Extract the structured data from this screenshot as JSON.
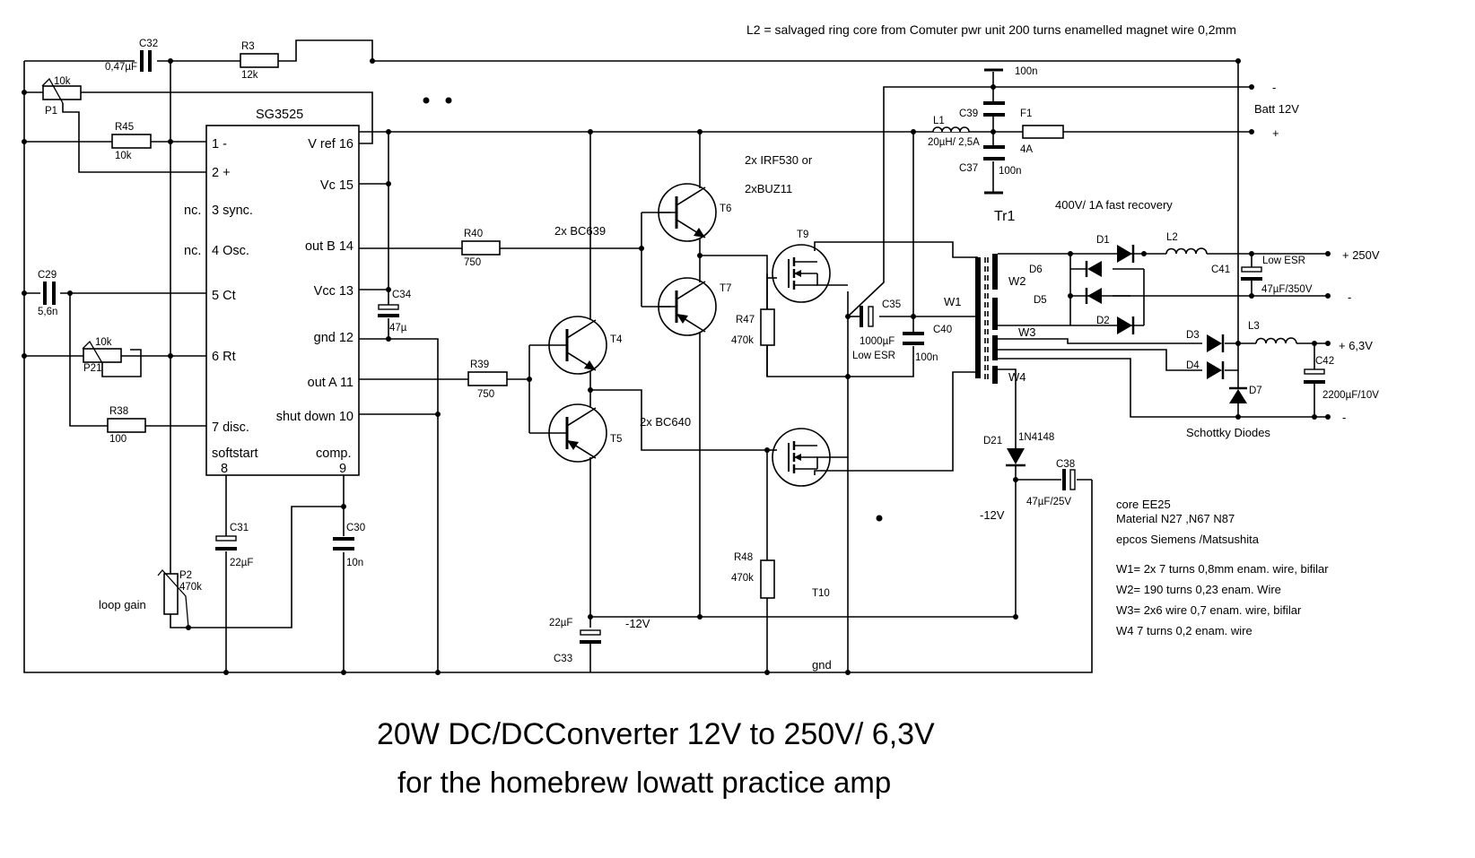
{
  "header_note": "L2 = salvaged ring core from Comuter pwr unit  200 turns   enamelled magnet wire 0,2mm",
  "title_line1": "20W   DC/DCConverter 12V  to 250V/ 6,3V",
  "title_line2": "for the homebrew lowatt practice amp",
  "ic": {
    "name": "SG3525",
    "left_pins": [
      "1  -",
      "2  +",
      "3 sync.",
      "4 Osc.",
      "5  Ct",
      "6  Rt",
      "7 disc."
    ],
    "nc_labels": [
      "nc.",
      "nc."
    ],
    "right_pins": [
      "V ref 16",
      "Vc 15",
      "out B 14",
      "Vcc 13",
      "gnd 12",
      "out A  11",
      "shut down 10"
    ],
    "bottom_pins": [
      "softstart",
      "8",
      "comp.",
      "9"
    ]
  },
  "components": {
    "C32": {
      "ref": "C32",
      "value": "0,47µF"
    },
    "R3": {
      "ref": "R3",
      "value": "12k"
    },
    "P1": {
      "ref": "P1",
      "value": "10k"
    },
    "R45": {
      "ref": "R45",
      "value": "10k"
    },
    "C29": {
      "ref": "C29",
      "value": "5,6n"
    },
    "P21": {
      "ref": "P21",
      "value": "10k"
    },
    "R38": {
      "ref": "R38",
      "value": "100"
    },
    "C31": {
      "ref": "C31",
      "value": "22µF"
    },
    "C30": {
      "ref": "C30",
      "value": "10n"
    },
    "P2": {
      "ref": "P2",
      "value": "470k",
      "label": "loop gain"
    },
    "C34": {
      "ref": "C34",
      "value": "47µ"
    },
    "R40": {
      "ref": "R40",
      "value": "750"
    },
    "R39": {
      "ref": "R39",
      "value": "750"
    },
    "T4": {
      "ref": "T4"
    },
    "T5": {
      "ref": "T5"
    },
    "T6": {
      "ref": "T6"
    },
    "T7": {
      "ref": "T7"
    },
    "T9": {
      "ref": "T9"
    },
    "T10": {
      "ref": "T10"
    },
    "R47": {
      "ref": "R47",
      "value": "470k"
    },
    "R48": {
      "ref": "R48",
      "value": "470k"
    },
    "C33": {
      "ref": "C33",
      "value": "22µF"
    },
    "C35": {
      "ref": "C35",
      "value": "1000µF",
      "note": "Low ESR"
    },
    "C40": {
      "ref": "C40",
      "value": "100n"
    },
    "L1": {
      "ref": "L1",
      "value": "20µH/ 2,5A"
    },
    "C39": {
      "ref": "C39",
      "value": "100n"
    },
    "C37": {
      "ref": "C37",
      "value": "100n"
    },
    "F1": {
      "ref": "F1",
      "value": "4A"
    },
    "Tr1": {
      "ref": "Tr1",
      "windings": [
        "W1",
        "W2",
        "W3",
        "W4"
      ]
    },
    "D1": {
      "ref": "D1"
    },
    "D2": {
      "ref": "D2"
    },
    "D5": {
      "ref": "D5"
    },
    "D6": {
      "ref": "D6"
    },
    "L2": {
      "ref": "L2"
    },
    "C41": {
      "ref": "C41",
      "value": "47µF/350V",
      "note": "Low ESR"
    },
    "D3": {
      "ref": "D3"
    },
    "D4": {
      "ref": "D4"
    },
    "D7": {
      "ref": "D7"
    },
    "L3": {
      "ref": "L3"
    },
    "C42": {
      "ref": "C42",
      "value": "2200µF/10V"
    },
    "D21": {
      "ref": "D21",
      "value": "1N4148"
    },
    "C38": {
      "ref": "C38",
      "value": "47µF/25V"
    }
  },
  "labels": {
    "bc639": "2x BC639",
    "bc640": "2x BC640",
    "irf1": "2x IRF530 or",
    "irf2": "2xBUZ11",
    "fast_recovery": "400V/ 1A fast recovery",
    "schottky": "Schottky Diodes",
    "neg12_a": "-12V",
    "neg12_b": "-12V",
    "gnd": "gnd",
    "batt": "Batt 12V",
    "batt_minus": "-",
    "batt_plus": "+",
    "out250": "+ 250V",
    "out250_minus": "-",
    "out63": "+  6,3V",
    "out63_minus": "-",
    "top_100n": "100n"
  },
  "core_notes": [
    "core  EE25",
    "Material N27 ,N67  N87",
    "epcos Siemens /Matsushita",
    "W1= 2x 7 turns  0,8mm  enam. wire,  bifilar",
    "W2=  190  turns 0,23  enam. Wire",
    "W3=  2x6 wire 0,7  enam. wire, bifilar",
    "W4 7 turns  0,2 enam. wire"
  ]
}
